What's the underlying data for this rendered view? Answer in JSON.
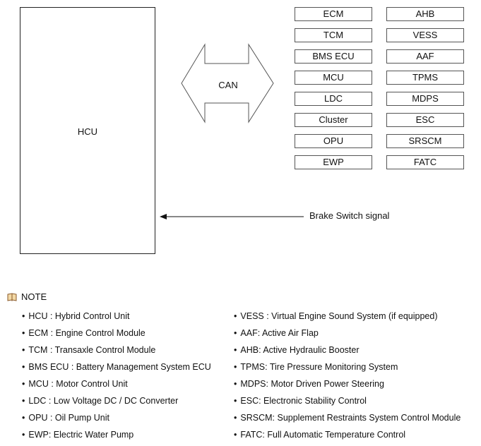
{
  "hcu": {
    "label": "HCU"
  },
  "can": {
    "label": "CAN"
  },
  "brake": {
    "label": "Brake Switch signal"
  },
  "ecus_left": [
    "ECM",
    "TCM",
    "BMS ECU",
    "MCU",
    "LDC",
    "Cluster",
    "OPU",
    "EWP"
  ],
  "ecus_right": [
    "AHB",
    "VESS",
    "AAF",
    "TPMS",
    "MDPS",
    "ESC",
    "SRSCM",
    "FATC"
  ],
  "note": {
    "title": "NOTE",
    "icon": "book-icon",
    "left": [
      "HCU : Hybrid Control Unit",
      "ECM : Engine Control Module",
      "TCM : Transaxle Control Module",
      "BMS ECU : Battery Management System ECU",
      "MCU : Motor Control Unit",
      "LDC : Low Voltage DC / DC Converter",
      "OPU : Oil Pump Unit",
      "EWP: Electric Water Pump"
    ],
    "right": [
      "VESS : Virtual Engine Sound System (if equipped)",
      "AAF: Active Air Flap",
      "AHB: Active Hydraulic Booster",
      "TPMS: Tire Pressure Monitoring System",
      "MDPS: Motor Driven Power Steering",
      "ESC: Electronic Stability Control",
      "SRSCM: Supplement Restraints System Control Module",
      "FATC: Full Automatic Temperature Control"
    ]
  }
}
